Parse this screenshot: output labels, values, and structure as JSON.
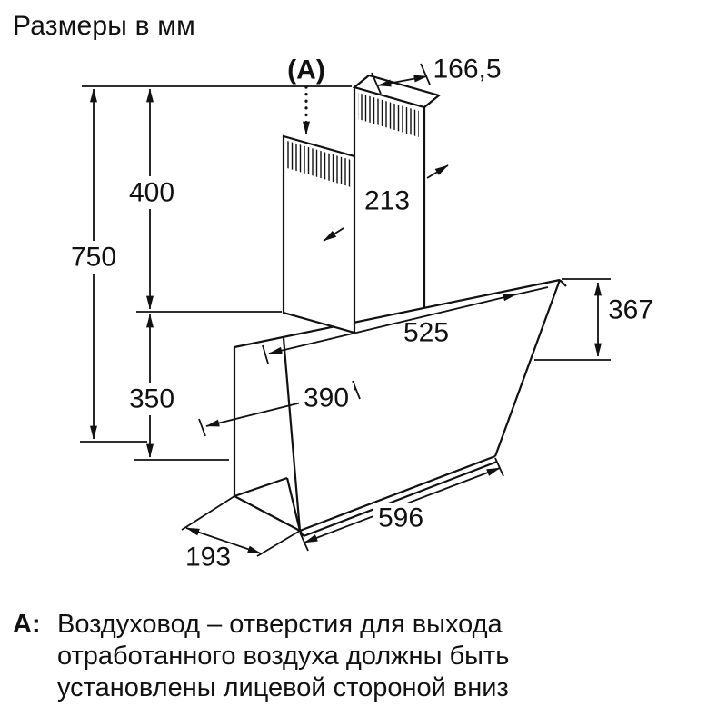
{
  "title": "Размеры в мм",
  "diagram": {
    "callout_label": "(A)",
    "dimensions": {
      "duct_top_depth": "166,5",
      "duct_width": "213",
      "chimney_height": "400",
      "total_height": "750",
      "body_top_width": "525",
      "front_panel_drop": "367",
      "body_height": "350",
      "body_top_depth": "390",
      "front_panel_width": "596",
      "body_bottom_depth": "193"
    }
  },
  "footnote": {
    "marker": "A:",
    "lines": [
      "Воздуховод – отверстия для выхода",
      "отработанного воздуха должны быть",
      "установлены лицевой стороной вниз"
    ]
  },
  "colors": {
    "line": "#111111",
    "background": "#ffffff"
  }
}
